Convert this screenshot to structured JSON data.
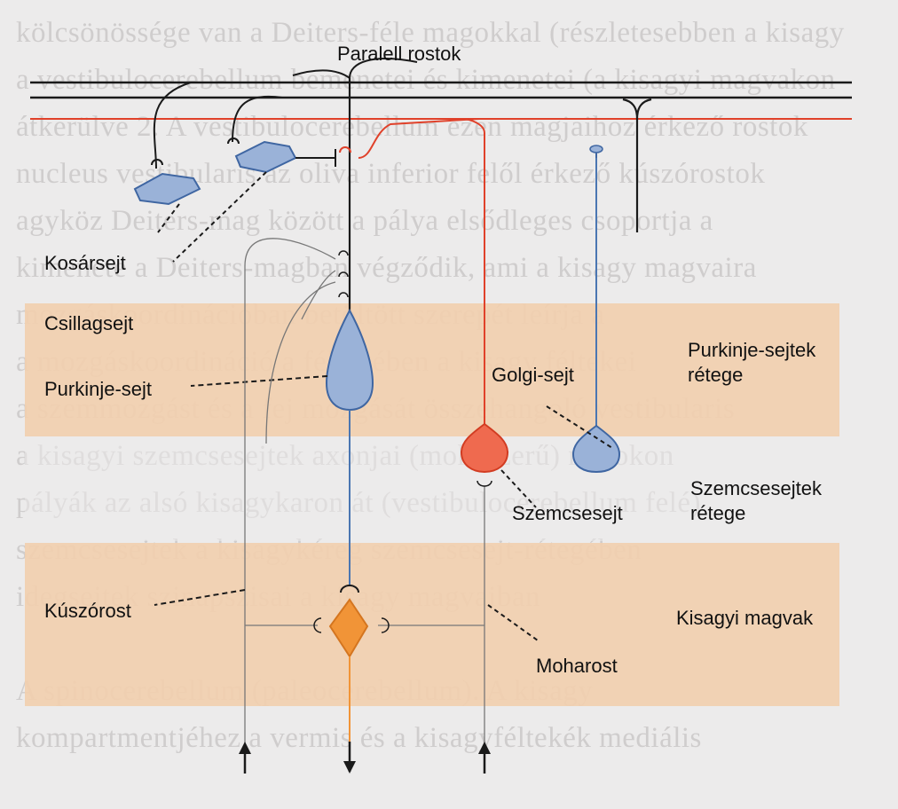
{
  "figure": {
    "title": "Paralell rostok",
    "labels": {
      "kosarsejt": "Kosársejt",
      "csillagsejt": "Csillagsejt",
      "purkinje_sejt": "Purkinje-sejt",
      "kuszorost": "Kúszórost",
      "golgi_sejt": "Golgi-sejt",
      "szemcsesejt": "Szemcsesejt",
      "moharost": "Moharost"
    },
    "layers": {
      "purkinje_line1": "Purkinje-sejtek",
      "purkinje_line2": "rétege",
      "szemcse_line1": "Szemcsesejtek",
      "szemcse_line2": "rétege",
      "magvak": "Kisagyi magvak"
    }
  },
  "background_text": [
    "kölcsönössége van a Deiters-féle magokkal (részletesebben a kisagy",
    "a vestibulocerebellum bemenetei és kimenetei (a kisagyi magvakon",
    "átkerülve 2. A vestibulocerebellum ezen magjaihoz érkező rostok",
    "nucleus vestibularis az oliva inferior felől érkező kúszórostok",
    "agyköz Deiters-mag között a pálya elsődleges csoportja a",
    "kimenete a Deiters-magban végződik, ami a kisagy magvaira",
    "mozgáskoordinációban betöltött szerepét leírja a",
    "a mozgáskoordináció a féltekében a kisagy féltekei",
    "a szemmozgást és a fej mozgását összehangoló vestibularis",
    "a kisagyi szemcsesejtek axonjai (mohaszerű) rostokon",
    "pályák az alsó kisagykaron át (vestibulocerebellum felé)",
    "szemcsesejtek a kisagykéreg szemcsesejt-rétegében",
    "idegsejtek szinapszisai a kisagy magvaiban",
    "",
    "A spinocerebellum (paleocerebellum). A kisagy",
    "kompartmentjéhez a vermis és a kisagyféltekék mediális"
  ],
  "colors": {
    "background": "#ecebeb",
    "layer_band": "#f2cfae",
    "purkinje_axon": "#4a76b2",
    "cell_blue": "#9ab2d8",
    "cell_blue_stroke": "#3f66a2",
    "golgi_red": "#e0412a",
    "granule_fill": "#ef6a4f",
    "nucleus_orange": "#f19437",
    "fiber_black": "#1a1a1a"
  }
}
